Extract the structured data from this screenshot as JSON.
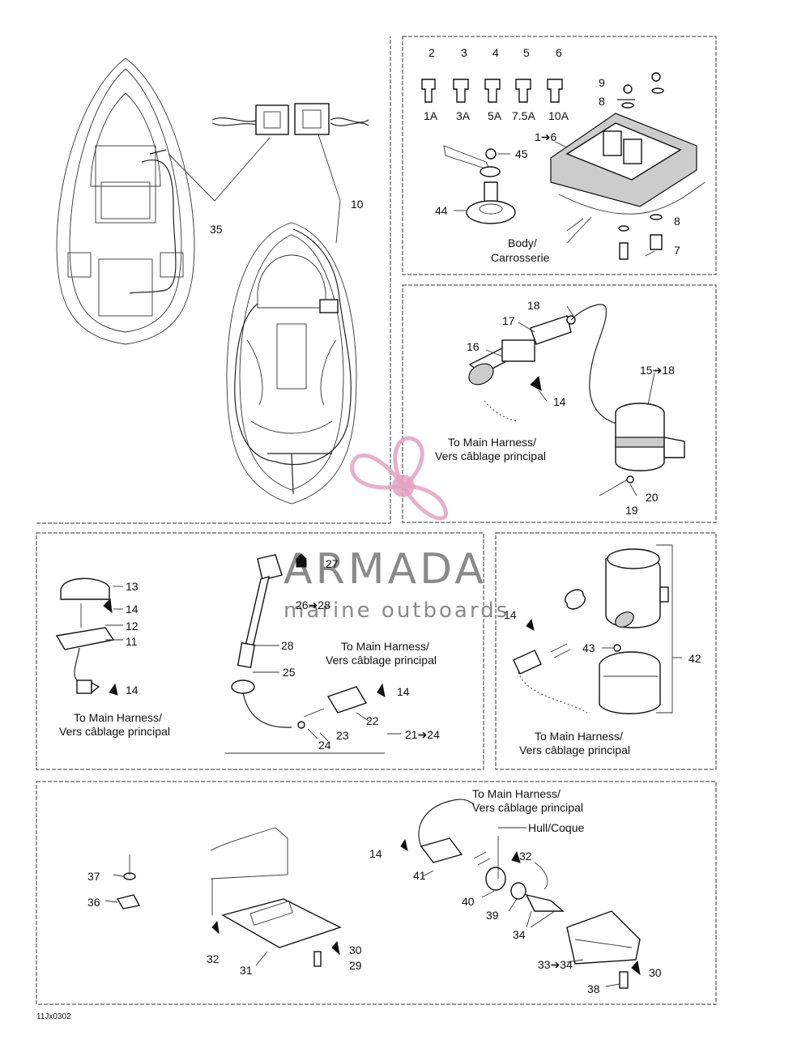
{
  "labels": {
    "l2": "2",
    "l3": "3",
    "l4": "4",
    "l5": "5",
    "l6": "6",
    "fuse_1a": "1A",
    "fuse_3a": "3A",
    "fuse_5a": "5A",
    "fuse_75a": "7.5A",
    "fuse_10a": "10A",
    "l9": "9",
    "l8a": "8",
    "l1to6": "1➔6",
    "l45": "45",
    "l44": "44",
    "l8b": "8",
    "l7": "7",
    "body": "Body/",
    "carrosserie": "Carrosserie",
    "l35": "35",
    "l10": "10",
    "l18": "18",
    "l17": "17",
    "l16": "16",
    "l14a": "14",
    "l15to18": "15➔18",
    "l20": "20",
    "l19": "19",
    "harness_en_a": "To Main Harness/",
    "harness_fr_a": "Vers câblage principal",
    "l13": "13",
    "l14b": "14",
    "l12": "12",
    "l11": "11",
    "l14c": "14",
    "harness_en_b": "To Main Harness/",
    "harness_fr_b": "Vers câblage principal",
    "l27": "27",
    "l26to28": "26➔28",
    "l28": "28",
    "l25": "25",
    "harness_en_c": "To Main Harness/",
    "harness_fr_c": "Vers câblage principal",
    "l14d": "14",
    "l22": "22",
    "l23": "23",
    "l24": "24",
    "l21to24": "21➔24",
    "l14e": "14",
    "l43": "43",
    "l42": "42",
    "harness_en_d": "To Main Harness/",
    "harness_fr_d": "Vers câblage principal",
    "harness_en_e": "To Main Harness/",
    "harness_fr_e": "Vers câblage principal",
    "hull": "Hull/Coque",
    "l14f": "14",
    "l32a": "32",
    "l41": "41",
    "l40": "40",
    "l39": "39",
    "l34": "34",
    "l33to34": "33➔34",
    "l30a": "30",
    "l38": "38",
    "l37": "37",
    "l36": "36",
    "l32b": "32",
    "l31": "31",
    "l30b": "30",
    "l29": "29",
    "ref": "11Jx0302"
  },
  "watermark": {
    "brand": "ARMADA",
    "tagline": "marine outboards",
    "logo_icon": "propeller-icon",
    "color": "#e4a2bf"
  }
}
